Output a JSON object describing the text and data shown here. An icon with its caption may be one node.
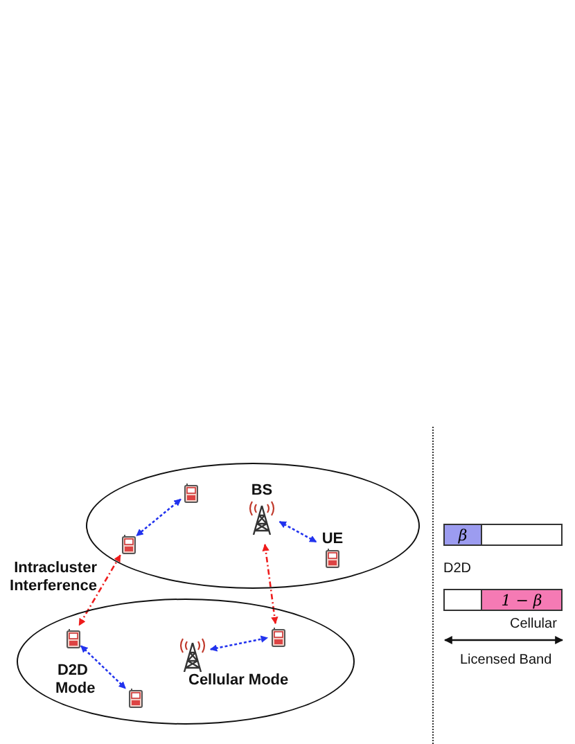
{
  "diagram": {
    "nodes": [
      {
        "text": [],
        "shape": "ellipse"
      },
      {
        "text": [],
        "shape": "ellipse"
      },
      {
        "text": [],
        "shape": "phone",
        "in": 0
      },
      {
        "text": [],
        "shape": "phone",
        "in": 0
      },
      {
        "text": [
          "BS"
        ],
        "in": 0
      },
      {
        "text": [
          "UE"
        ],
        "in": 0
      },
      {
        "text": [],
        "shape": "phone",
        "in": 1
      },
      {
        "text": [],
        "shape": "tower",
        "in": 1
      },
      {
        "text": [],
        "shape": "phone",
        "in": 1
      },
      {
        "text": [],
        "shape": "phone",
        "in": 1
      },
      {
        "text": [
          "β"
        ]
      },
      {
        "text": [],
        "shape": "box"
      },
      {
        "text": [],
        "shape": "box"
      },
      {
        "text": [
          "1 − β"
        ]
      }
    ],
    "edges": [
      {
        "from": 2,
        "to": 3,
        "arrow": "both",
        "style": "dashed"
      },
      {
        "from": 4,
        "to": 5,
        "arrow": "both",
        "style": "dashed"
      },
      {
        "from": 3,
        "to": 6,
        "arrow": "both",
        "style": "dashed",
        "color": "#ee1c1c"
      },
      {
        "from": 4,
        "to": 8,
        "arrow": "both",
        "style": "dashed",
        "color": "#ee1c1c"
      },
      {
        "from": 6,
        "to": 9,
        "arrow": "both",
        "style": "dashed"
      },
      {
        "from": 7,
        "to": 8,
        "arrow": "both",
        "style": "dashed"
      }
    ],
    "labels": [
      "Intracluster Interference",
      "D2D Mode",
      "Cellular Mode",
      "D2D",
      "Cellular",
      "Licensed Band"
    ]
  }
}
